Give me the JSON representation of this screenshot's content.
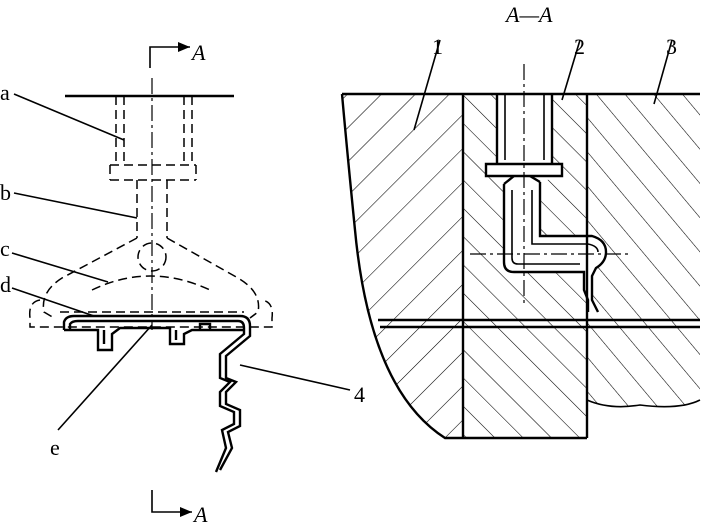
{
  "view_marks": {
    "top_A": "A",
    "bottom_A": "A"
  },
  "section_title": "A—A",
  "left_labels": {
    "a": "a",
    "b": "b",
    "c": "c",
    "d": "d",
    "e": "e",
    "n4": "4"
  },
  "right_labels": {
    "n1": "1",
    "n2": "2",
    "n3": "3"
  }
}
